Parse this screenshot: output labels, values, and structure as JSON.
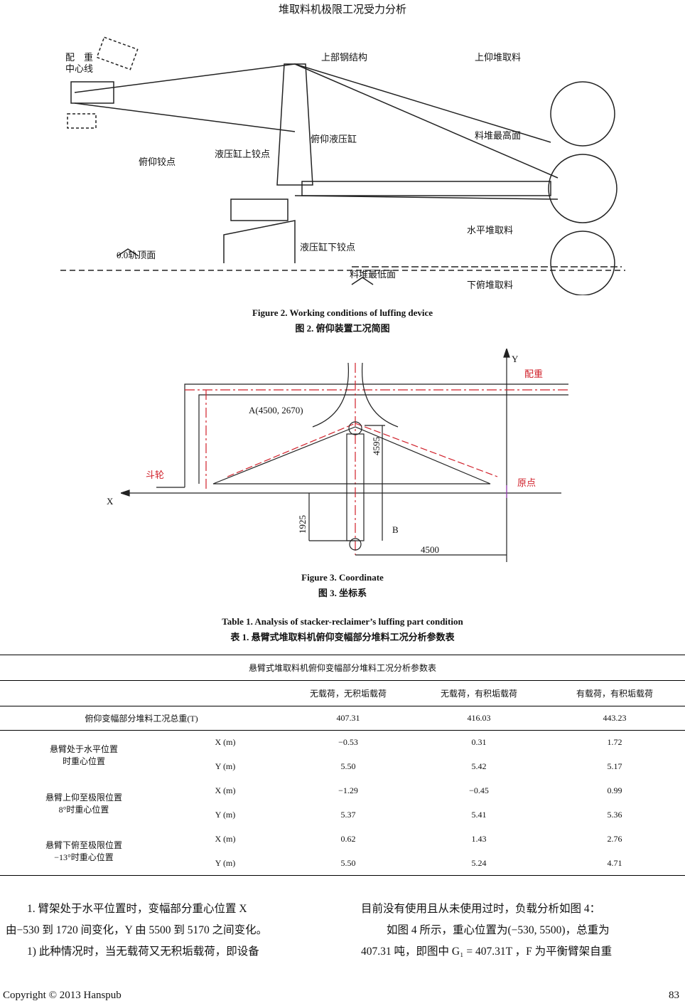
{
  "header": "堆取料机极限工况受力分析",
  "figure2": {
    "labels": {
      "counterweight": "配　重",
      "centerline": "中心线",
      "upper_steel": "上部钢结构",
      "up_reclaim": "上仰堆取料",
      "luff_cyl": "俯仰液压缸",
      "pile_top": "料堆最高面",
      "cyl_upper_hinge": "液压缸上铰点",
      "luff_hinge": "俯仰铰点",
      "horiz_reclaim": "水平堆取料",
      "cyl_lower_hinge": "液压缸下铰点",
      "rail_top": "0.0轨顶面",
      "pile_bottom": "料堆最低面",
      "down_reclaim": "下俯堆取料"
    },
    "caption_en": "Figure 2. Working conditions of luffing device",
    "caption_cn": "图 2.  俯仰装置工况简图"
  },
  "figure3": {
    "labels": {
      "y_axis": "Y",
      "counterweight": "配重",
      "point_a": "A(4500, 2670)",
      "dim_4595": "4595",
      "bucket_wheel": "斗轮",
      "origin": "原点",
      "x_axis": "X",
      "dim_1925": "1925",
      "point_b": "B",
      "dim_4500": "4500"
    },
    "caption_en": "Figure 3. Coordinate",
    "caption_cn": "图 3.  坐标系"
  },
  "table": {
    "caption_en": "Table 1. Analysis of stacker-reclaimer’s luffing part condition",
    "caption_cn": "表 1.  悬臂式堆取料机俯仰变幅部分堆料工况分析参数表",
    "title": "悬臂式堆取料机俯仰变幅部分堆料工况分析参数表",
    "columns": [
      "无载荷，无积垢载荷",
      "无载荷，有积垢载荷",
      "有载荷，有积垢载荷"
    ],
    "total": {
      "label": "俯仰变幅部分堆料工况总重(T)",
      "values": [
        "407.31",
        "416.03",
        "443.23"
      ]
    },
    "groups": [
      {
        "line1": "悬臂处于水平位置",
        "line2": "时重心位置",
        "x": [
          "−0.53",
          "0.31",
          "1.72"
        ],
        "y": [
          "5.50",
          "5.42",
          "5.17"
        ]
      },
      {
        "line1": "悬臂上仰至极限位置",
        "line2": "8°时重心位置",
        "x": [
          "−1.29",
          "−0.45",
          "0.99"
        ],
        "y": [
          "5.37",
          "5.41",
          "5.36"
        ]
      },
      {
        "line1": "悬臂下俯至极限位置",
        "line2": "−13°时重心位置",
        "x": [
          "0.62",
          "1.43",
          "2.76"
        ],
        "y": [
          "5.50",
          "5.24",
          "4.71"
        ]
      }
    ],
    "x_label": "X (m)",
    "y_label": "Y (m)"
  },
  "body": {
    "left": [
      "1.  臂架处于水平位置时，变幅部分重心位置  X",
      "由−530 到 1720 间变化，Y 由 5500 到 5170 之间变化。",
      "1)  此种情况时，当无载荷又无积垢载荷，即设备"
    ],
    "right": [
      "目前没有使用且从未使用过时，负载分析如图 4：",
      "如图  4  所示，重心位置为(−530,  5500)，总重为",
      "407.31  吨，即图中 G₁ = 407.31T ，F  为平衡臂架自重"
    ]
  },
  "footer": {
    "copyright": "Copyright © 2013 Hanspub",
    "page": "83"
  }
}
